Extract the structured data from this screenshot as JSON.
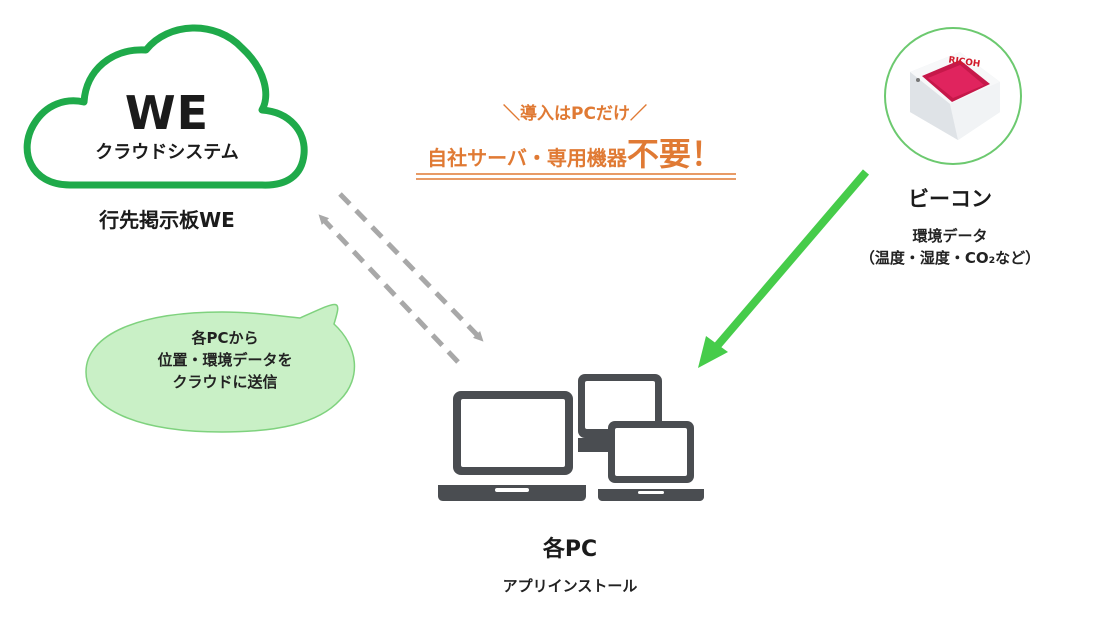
{
  "cloud": {
    "main": "WE",
    "sub": "クラウドシステム",
    "label": "行先掲示板WE"
  },
  "promo": {
    "top": "＼導入はPCだけ／",
    "main": "自社サーバ・専用機器",
    "emphasis": "不要！"
  },
  "beacon": {
    "label": "ビーコン",
    "sub1": "環境データ",
    "sub2": "（温度・湿度・CO₂など）",
    "brand": "RICOH"
  },
  "bubble": {
    "lines": [
      "各PCから",
      "位置・環境データを",
      "クラウドに送信"
    ]
  },
  "pcs": {
    "label": "各PC",
    "sub": "アプリインストール"
  },
  "colors": {
    "cloud_stroke": "#1faa4a",
    "beacon_circle": "#6cc96f",
    "green_arrow": "#46cc4a",
    "gray_arrow": "#a8a8a8",
    "orange": "#e07a34",
    "bubble_fill": "#c9f0c6",
    "bubble_stroke": "#7fd27e",
    "device": "#4a4d51"
  }
}
